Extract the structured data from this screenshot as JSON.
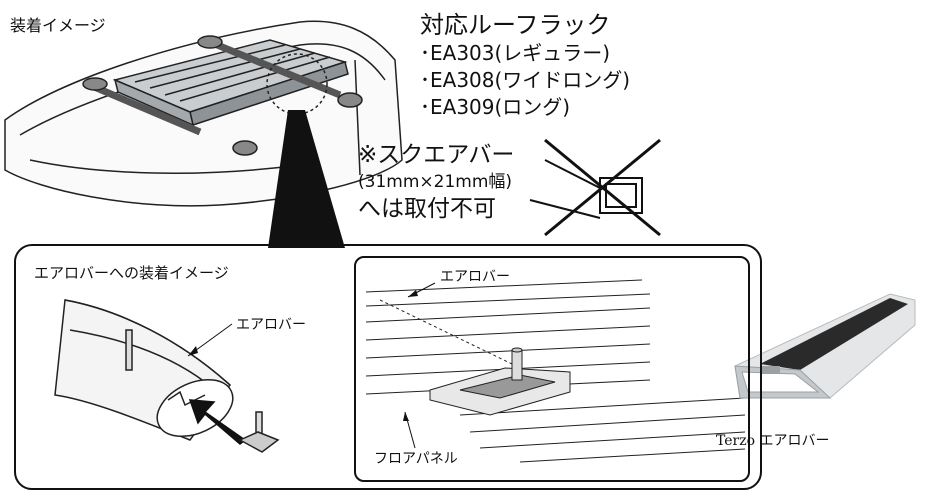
{
  "title": "装着イメージ",
  "compatible": {
    "heading": "対応ルーフラック",
    "items": [
      "･EA303(レギュラー)",
      "･EA308(ワイドロング)",
      "･EA309(ロング)"
    ]
  },
  "warning": {
    "line1": "※スクエアバー",
    "line2": "(31mm×21mm幅)",
    "line3": "へは取付不可"
  },
  "detail": {
    "title": "エアロバーへの装着イメージ",
    "left_label": "エアロバー",
    "right_top_label": "エアロバー",
    "right_bottom_label": "フロアパネル"
  },
  "product": {
    "caption": "Terzo エアロバー"
  },
  "colors": {
    "line": "#111111",
    "bar_grey": "#9aa0a4",
    "bar_dark": "#2a2a2a",
    "bar_light": "#e5e7e8"
  }
}
